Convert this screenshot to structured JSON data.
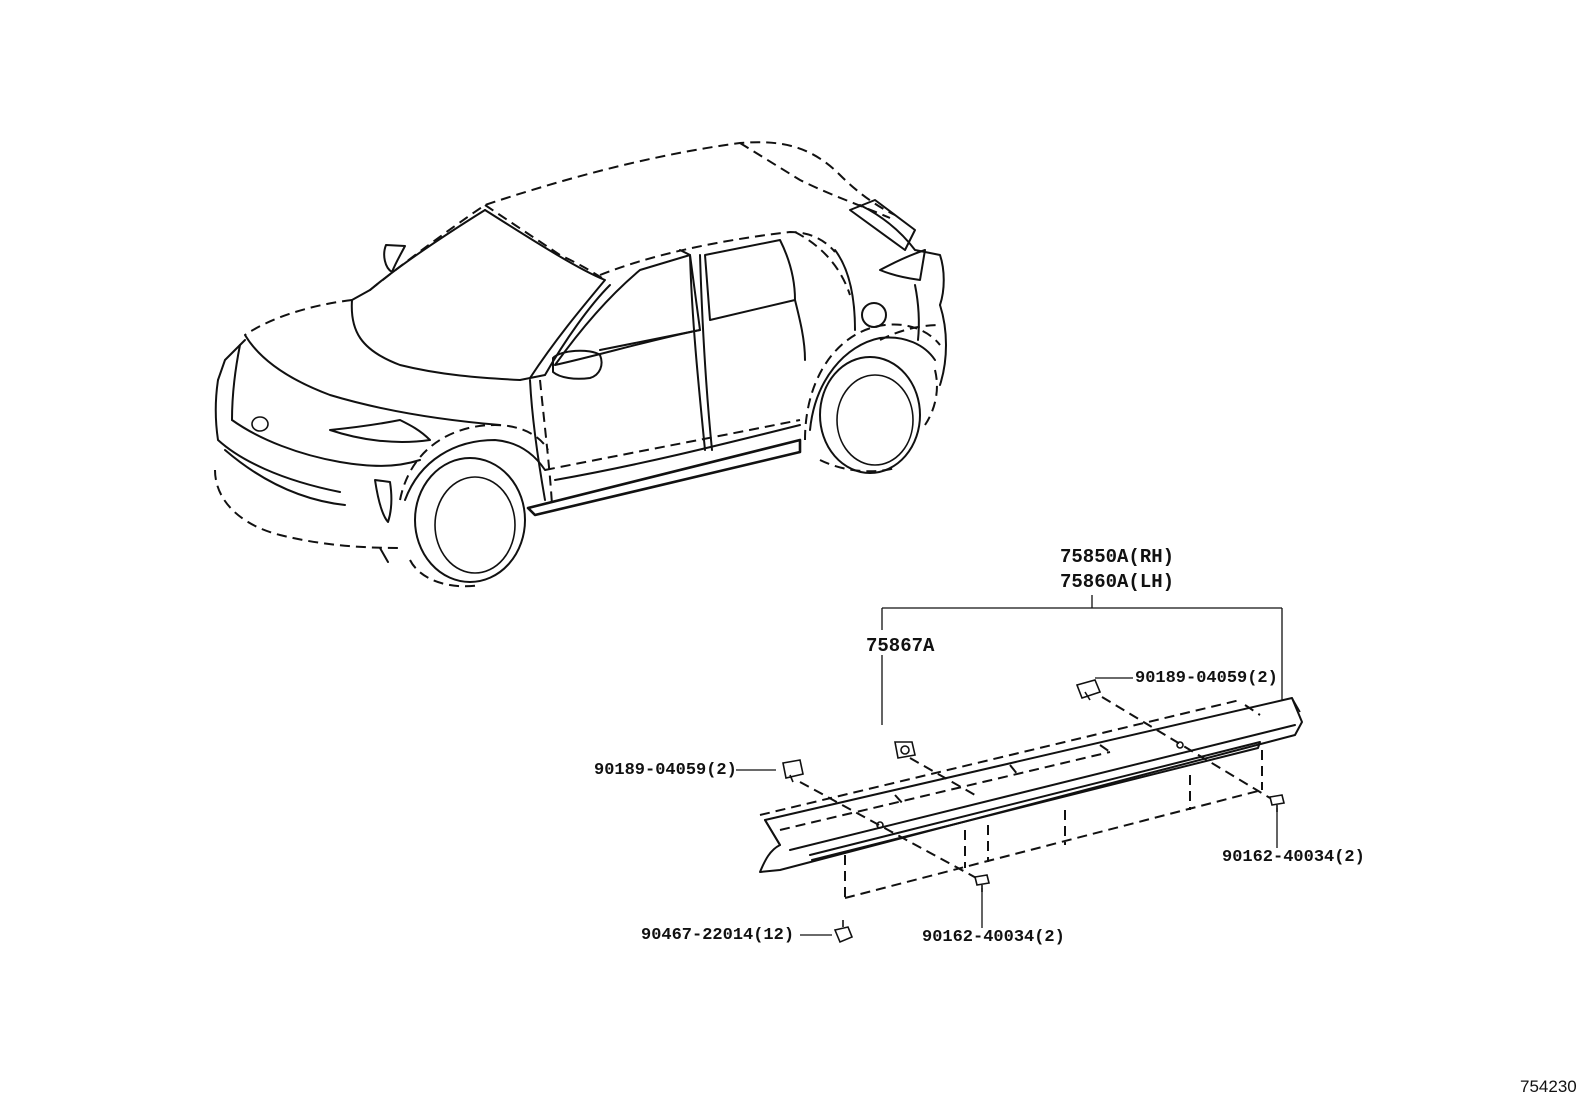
{
  "labels": {
    "sill_rh": "75850A(RH)",
    "sill_lh": "75860A(LH)",
    "clip_main": "75867A",
    "retainer_top_right": "90189-04059(2)",
    "retainer_left": "90189-04059(2)",
    "screw_right": "90162-40034(2)",
    "screw_bottom": "90162-40034(2)",
    "clip_bottom": "90467-22014(12)"
  },
  "diagram_id": "754230"
}
